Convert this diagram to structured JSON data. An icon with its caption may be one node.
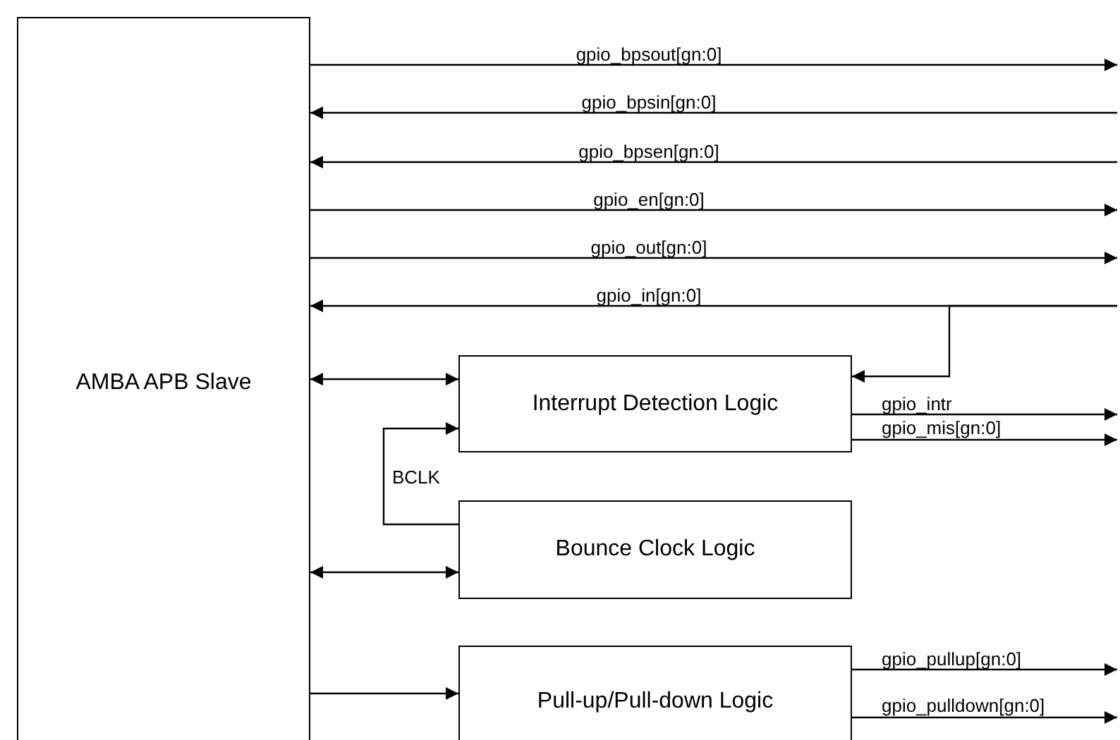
{
  "diagram": {
    "nodes": [
      {
        "text": [
          "AMBA APB Slave"
        ]
      },
      {
        "text": [
          "Interrupt Detection Logic"
        ]
      },
      {
        "text": [
          "Bounce Clock Logic"
        ]
      },
      {
        "text": [
          "Pull-up/Pull-down Logic"
        ]
      }
    ],
    "edges": [
      {
        "from": 0,
        "to": null,
        "arrow": "to",
        "label": "gpio_bpsout[gn:0]"
      },
      {
        "from": null,
        "to": 0,
        "arrow": "to",
        "label": "gpio_bpsin[gn:0]"
      },
      {
        "from": null,
        "to": 0,
        "arrow": "to",
        "label": "gpio_bpsen[gn:0]"
      },
      {
        "from": 0,
        "to": null,
        "arrow": "to",
        "label": "gpio_en[gn:0]"
      },
      {
        "from": 0,
        "to": null,
        "arrow": "to",
        "label": "gpio_out[gn:0]"
      },
      {
        "from": null,
        "to": 0,
        "arrow": "to",
        "label": "gpio_in[gn:0]"
      },
      {
        "from": null,
        "to": 1,
        "arrow": "to"
      },
      {
        "from": 0,
        "to": 1,
        "arrow": "both"
      },
      {
        "from": 2,
        "to": 1,
        "arrow": "to",
        "label": "BCLK"
      },
      {
        "from": 1,
        "to": null,
        "arrow": "to",
        "label": "gpio_intr"
      },
      {
        "from": 1,
        "to": null,
        "arrow": "to",
        "label": "gpio_mis[gn:0]"
      },
      {
        "from": 0,
        "to": 2,
        "arrow": "both"
      },
      {
        "from": 0,
        "to": 3,
        "arrow": "to"
      },
      {
        "from": 3,
        "to": null,
        "arrow": "to",
        "label": "gpio_pullup[gn:0]"
      },
      {
        "from": 3,
        "to": null,
        "arrow": "to",
        "label": "gpio_pulldown[gn:0]"
      }
    ]
  }
}
